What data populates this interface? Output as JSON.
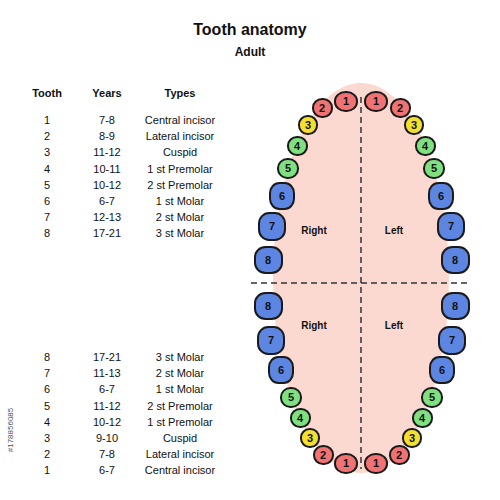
{
  "diagram": {
    "title": "Tooth anatomy",
    "nodes": [
      {
        "text": [
          "Right",
          "Left",
          "Right",
          "Left"
        ]
      },
      {
        "text": [
          "1"
        ],
        "in": 0
      },
      {
        "text": [
          "1"
        ],
        "in": 0
      },
      {
        "text": [
          "2"
        ],
        "in": 0
      },
      {
        "text": [
          "2"
        ],
        "in": 0
      },
      {
        "text": [
          "3"
        ],
        "in": 0
      },
      {
        "text": [
          "3"
        ],
        "in": 0
      },
      {
        "text": [
          "4"
        ],
        "in": 0
      },
      {
        "text": [
          "4"
        ],
        "in": 0
      },
      {
        "text": [
          "5"
        ],
        "in": 0
      },
      {
        "text": [
          "5"
        ],
        "in": 0
      },
      {
        "text": [
          "6"
        ],
        "in": 0
      },
      {
        "text": [
          "6"
        ],
        "in": 0
      },
      {
        "text": [
          "7"
        ],
        "in": 0
      },
      {
        "text": [
          "7"
        ],
        "in": 0
      },
      {
        "text": [
          "8"
        ],
        "in": 0
      },
      {
        "text": [
          "8"
        ],
        "in": 0
      },
      {
        "text": [
          "8"
        ],
        "in": 0
      },
      {
        "text": [
          "8"
        ],
        "in": 0
      },
      {
        "text": [
          "7"
        ],
        "in": 0
      },
      {
        "text": [
          "7"
        ],
        "in": 0
      },
      {
        "text": [
          "6"
        ],
        "in": 0
      },
      {
        "text": [
          "6"
        ],
        "in": 0
      },
      {
        "text": [
          "5"
        ],
        "in": 0
      },
      {
        "text": [
          "5"
        ],
        "in": 0
      },
      {
        "text": [
          "4"
        ],
        "in": 0
      },
      {
        "text": [
          "4"
        ],
        "in": 0
      },
      {
        "text": [
          "3"
        ],
        "in": 0
      },
      {
        "text": [
          "3"
        ],
        "in": 0
      },
      {
        "text": [
          "2"
        ],
        "in": 0
      },
      {
        "text": [
          "2"
        ],
        "in": 0
      },
      {
        "text": [
          "1"
        ],
        "in": 0
      },
      {
        "text": [
          "1"
        ],
        "in": 0
      }
    ],
    "labels": [
      "Adult",
      "Tooth",
      "Years",
      "Types",
      "1",
      "7-8",
      "Central incisor",
      "2",
      "8-9",
      "Lateral incisor",
      "3",
      "11-12",
      "Cuspid",
      "4",
      "10-11",
      "1 st Premolar",
      "5",
      "10-12",
      "2 st Premolar",
      "6",
      "6-7",
      "1 st Molar",
      "7",
      "12-13",
      "2 st Molar",
      "8",
      "17-21",
      "3 st Molar",
      "8",
      "17-21",
      "3 st Molar",
      "7",
      "11-13",
      "2 st Molar",
      "6",
      "6-7",
      "1 st Molar",
      "5",
      "11-12",
      "2 st Premolar",
      "4",
      "10-12",
      "1 st Premolar",
      "3",
      "9-10",
      "Cuspid",
      "2",
      "7-8",
      "Lateral incisor",
      "1",
      "6-7",
      "Central incisor",
      "#178856085"
    ]
  }
}
